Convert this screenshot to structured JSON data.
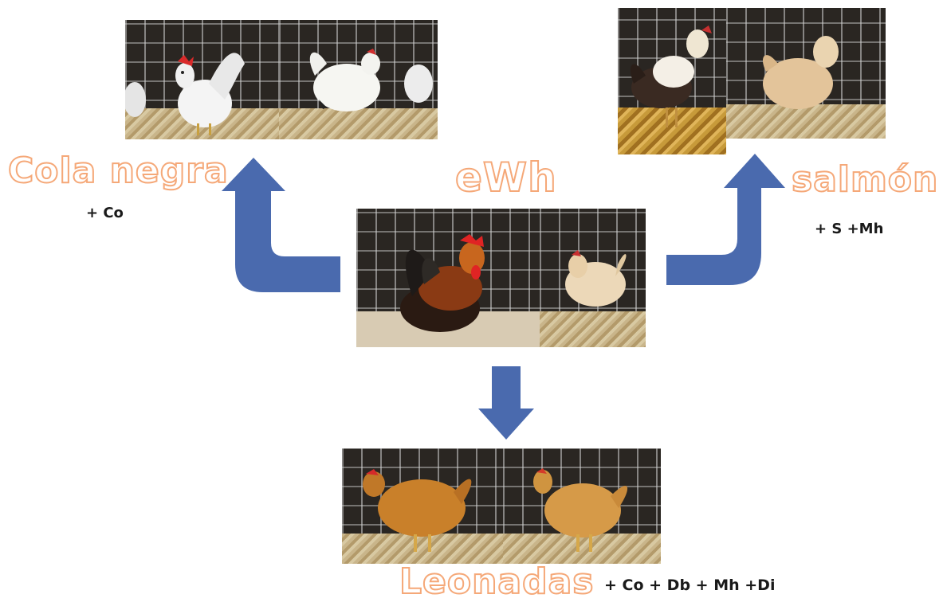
{
  "center": {
    "label": "eWh"
  },
  "left": {
    "label": "Cola negra",
    "genes": "+ Co"
  },
  "right": {
    "label": "salmón",
    "genes": "+ S +Mh"
  },
  "bottom": {
    "label": "Leonadas",
    "genes": "+ Co + Db + Mh +Di"
  },
  "colors": {
    "arrow": "#4a6aae",
    "label": "#f5a878"
  }
}
